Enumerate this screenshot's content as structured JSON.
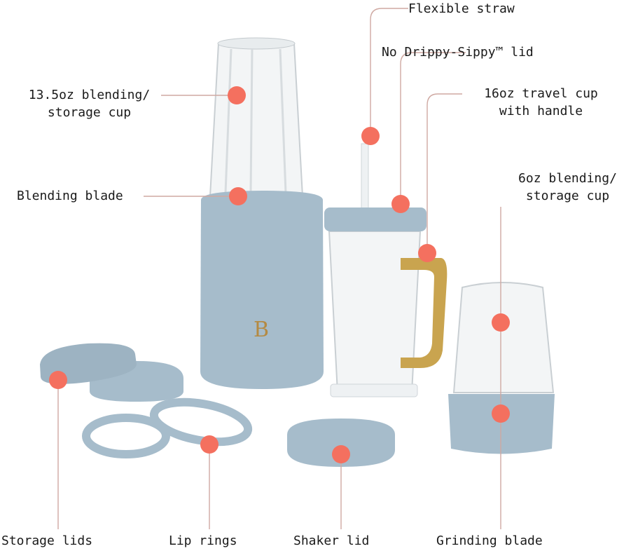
{
  "colors": {
    "product_blue": "#a6bccb",
    "accent_dot": "#f4705f",
    "leader_line": "#cfa9a2",
    "handle_gold": "#c9a44f"
  },
  "labels": {
    "flexible_straw": "Flexible straw",
    "lid": "No Drippy-Sippy™ lid",
    "travel_cup_1": "16oz travel cup",
    "travel_cup_2": "with handle",
    "six_oz_1": "6oz blending/",
    "six_oz_2": "storage cup",
    "big_cup_1": "13.5oz blending/",
    "big_cup_2": "storage cup",
    "blending_blade": "Blending blade",
    "storage_lids": "Storage lids",
    "lip_rings": "Lip rings",
    "shaker_lid": "Shaker lid",
    "grinding_blade": "Grinding blade"
  },
  "logo": "B"
}
